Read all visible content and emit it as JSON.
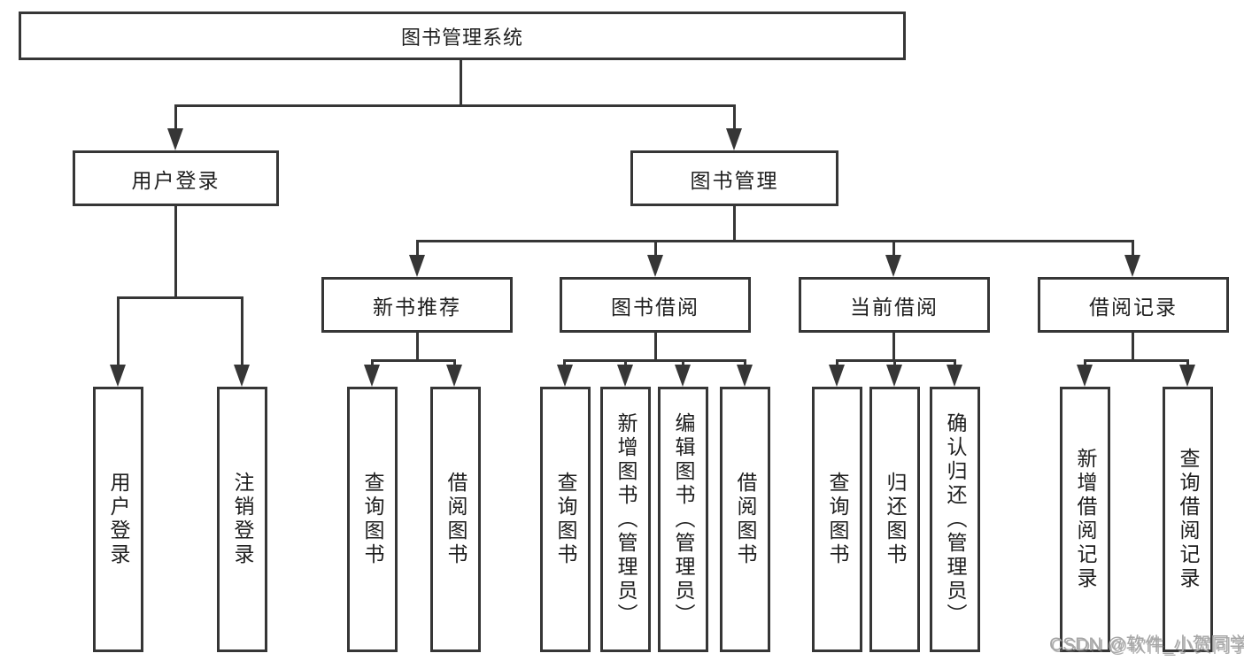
{
  "diagram": {
    "root": {
      "label": "图书管理系统"
    },
    "level2": [
      {
        "label": "用户登录"
      },
      {
        "label": "图书管理"
      }
    ],
    "level3": [
      {
        "label": "新书推荐"
      },
      {
        "label": "图书借阅"
      },
      {
        "label": "当前借阅"
      },
      {
        "label": "借阅记录"
      }
    ],
    "leaves": {
      "user_login": [
        {
          "label": "用户登录"
        },
        {
          "label": "注销登录"
        }
      ],
      "new_books": [
        {
          "label": "查询图书"
        },
        {
          "label": "借阅图书"
        }
      ],
      "book_borrow": [
        {
          "label": "查询图书"
        },
        {
          "label": "新增图书（管理员）"
        },
        {
          "label": "编辑图书（管理员）"
        },
        {
          "label": "借阅图书"
        }
      ],
      "current_borrow": [
        {
          "label": "查询图书"
        },
        {
          "label": "归还图书"
        },
        {
          "label": "确认归还（管理员）"
        }
      ],
      "borrow_records": [
        {
          "label": "新增借阅记录"
        },
        {
          "label": "查询借阅记录"
        }
      ]
    }
  },
  "watermark": {
    "text": "CSDN @软件_小贺同学"
  },
  "colors": {
    "line": "#363636",
    "text": "#1e1e1e",
    "background": "#ffffff",
    "watermark": "#a6a6a6"
  }
}
